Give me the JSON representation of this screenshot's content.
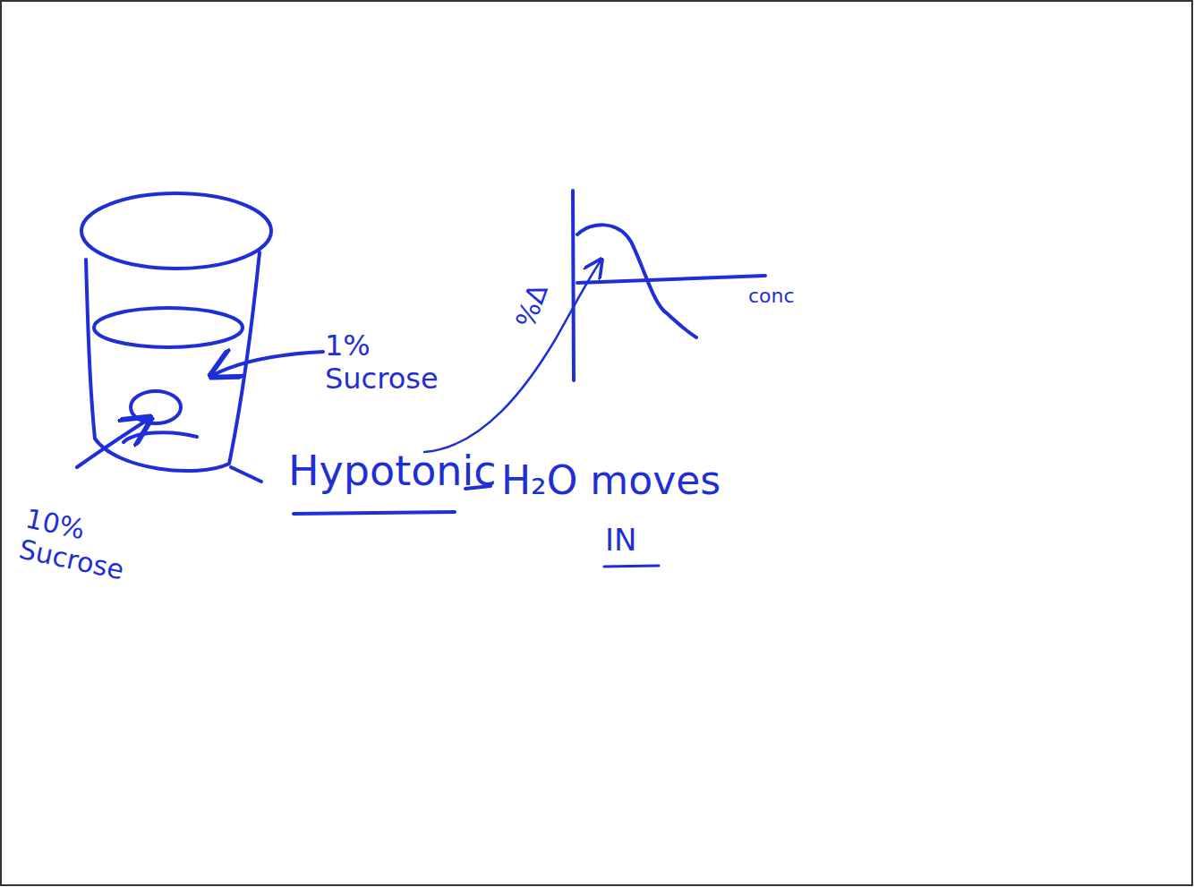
{
  "diagram": {
    "labels": [
      "1% Sucrose",
      "10% Sucrose",
      "Hypotonic",
      "H₂O moves",
      "IN",
      "%Δ",
      "conc"
    ]
  }
}
